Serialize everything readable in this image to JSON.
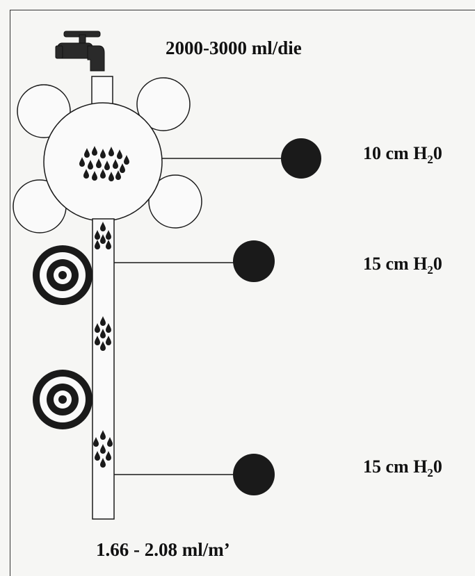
{
  "labels": {
    "flow_in": "2000-3000 ml/die",
    "flow_out": "1.66 - 2.08  ml/m’",
    "pressures": [
      {
        "value": "10 cm H",
        "sub": "2",
        "tail": "0"
      },
      {
        "value": "15 cm H",
        "sub": "2",
        "tail": "0"
      },
      {
        "value": "15 cm H",
        "sub": "2",
        "tail": "0"
      }
    ]
  },
  "icons": [
    "faucet-icon",
    "water-drops-icon",
    "target-icon",
    "pressure-gauge-icon"
  ],
  "colors": {
    "ink": "#1a1a1a",
    "paper": "#f6f6f4"
  }
}
